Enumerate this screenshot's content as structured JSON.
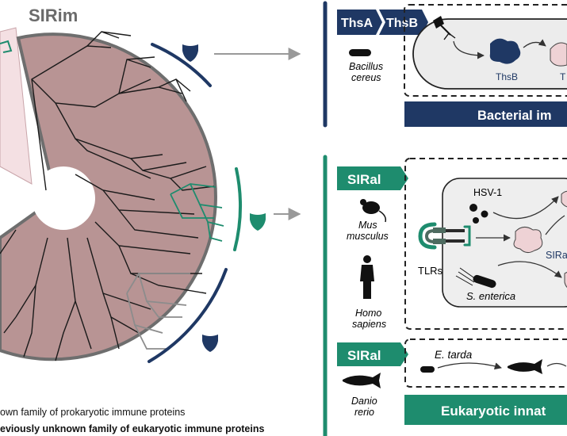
{
  "tree": {
    "title": "SIRim",
    "colors": {
      "fan": "#b89494",
      "fan_edge": "#6b6b6b",
      "branch": "#1a1a1a",
      "teal": "#1e8c6e",
      "grey_branch": "#8a8a8a",
      "navy": "#1f3864",
      "pink_band": "#f2dde0"
    }
  },
  "legend": {
    "line1": "own family of prokaryotic immune proteins",
    "line2": "eviously unknown family of eukaryotic immune proteins"
  },
  "bacterial": {
    "tag_a": "ThsA",
    "tag_b": "ThsB",
    "organism_line1": "Bacillus",
    "organism_line2": "cereus",
    "protein_label": "ThsB",
    "protein_label_cut": "T",
    "banner": "Bacterial im"
  },
  "eukaryotic_top": {
    "tag": "SIRal",
    "mouse_line1": "Mus",
    "mouse_line2": "musculus",
    "human_line1": "Homo",
    "human_line2": "sapiens",
    "virus_label": "HSV-1",
    "receptor_label": "TLRs",
    "bacterium_label": "S. enterica",
    "protein_label_cut": "SIRa"
  },
  "eukaryotic_bottom": {
    "tag": "SIRal",
    "fish_line1": "Danio",
    "fish_line2": "rerio",
    "pathogen_label": "E. tarda",
    "banner": "Eukaryotic innat"
  },
  "icons": {
    "shield_top": "shield-icon",
    "shield_mid": "shield-icon",
    "shield_bottom": "shield-icon",
    "mouse": "mouse-silhouette-icon",
    "human": "human-silhouette-icon",
    "fish": "zebrafish-icon",
    "virus": "virus-icon",
    "bacterium": "bacterium-icon",
    "phage": "phage-icon"
  }
}
